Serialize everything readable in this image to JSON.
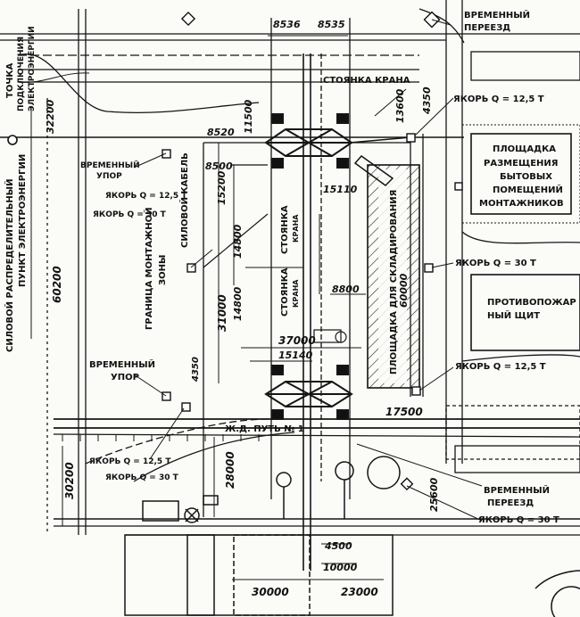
{
  "labels": {
    "tochka_1": "ТОЧКА",
    "tochka_2": "ПОДКЛЮЧЕНИЯ",
    "tochka_3": "ЭЛЕКТРОЭНЕРГИИ",
    "punkt_1": "СИЛОВОЙ РАСПРЕДЕЛИТЕЛЬНЫЙ",
    "punkt_2": "ПУНКТ ЭЛЕКТРОЭНЕРГИИ",
    "crossing_top_1": "ВРЕМЕННЫЙ",
    "crossing_top_2": "ПЕРЕЕЗД",
    "crane_stop_top": "СТОЯНКА КРАНА",
    "anchor_125_top": "ЯКОРЬ Q = 12,5 Т",
    "domestic_1": "ПЛОЩАДКА",
    "domestic_2": "РАЗМЕЩЕНИЯ",
    "domestic_3": "БЫТОВЫХ",
    "domestic_4": "ПОМЕЩЕНИЙ",
    "domestic_5": "МОНТАЖНИКОВ",
    "stop_top_1": "ВРЕМЕННЫЙ",
    "stop_top_2": "УПОР",
    "anchor_125_left": "ЯКОРЬ Q = 12,5 Т",
    "anchor_30_left": "ЯКОРЬ Q = 30 Т",
    "power_cable": "СИЛОВОЙ КАБЕЛЬ",
    "zone_boundary_1": "ГРАНИЦА МОНТАЖНОЙ",
    "zone_boundary_2": "ЗОНЫ",
    "crane_stop_mid_1": "СТОЯНКА",
    "crane_stop_mid_2": "КРАНА",
    "crane_stop_low_1": "СТОЯНКА",
    "crane_stop_low_2": "КРАНА",
    "storage": "ПЛОЩАДКА ДЛЯ СКЛАДИРОВАНИЯ",
    "anchor_30_right": "ЯКОРЬ Q = 30 Т",
    "fire_1": "ПРОТИВОПОЖАР",
    "fire_2": "НЫЙ   ЩИТ",
    "stop_low_1": "ВРЕМЕННЫЙ",
    "stop_low_2": "УПОР",
    "anchor_125_right": "ЯКОРЬ Q = 12,5 Т",
    "rail": "Ж.Д. ПУТЬ № 1",
    "anchor_125_bottom": "ЯКОРЬ Q = 12,5 Т",
    "anchor_30_bottom": "ЯКОРЬ Q = 30 Т",
    "crossing_low_1": "ВРЕМЕННЫЙ",
    "crossing_low_2": "ПЕРЕЕЗД",
    "anchor_30_bottom_right": "ЯКОРЬ Q = 30 Т"
  },
  "dimensions": {
    "d8536": "8536",
    "d8535": "8535",
    "d32200": "32200",
    "d4350": "4350",
    "d13600": "13600",
    "d8520": "8520",
    "d11500": "11500",
    "d8500": "8500",
    "d15200": "15200",
    "d15110": "15110",
    "d14800a": "14800",
    "d60200": "60200",
    "d14800b": "14800",
    "d60000": "60000",
    "d8800": "8800",
    "d31000": "31000",
    "d37000": "37000",
    "d15140": "15140",
    "d4350b": "4350",
    "d17500": "17500",
    "d30200": "30200",
    "d28000": "28000",
    "d25600": "25600",
    "d4500": "4500",
    "d10000": "10000",
    "d30000": "30000",
    "d23000": "23000"
  }
}
